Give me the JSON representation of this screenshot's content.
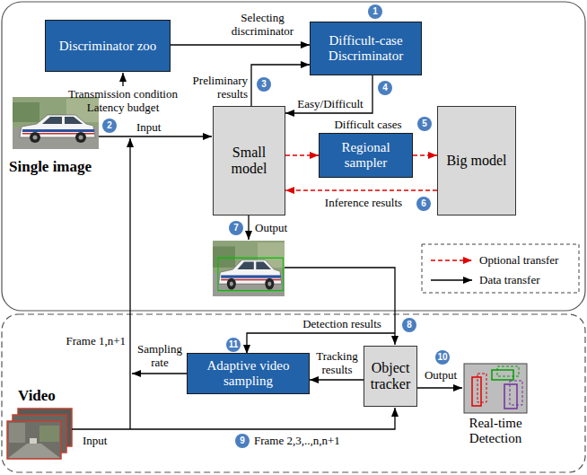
{
  "diagram": {
    "nodes": [
      {
        "text": [
          "Discriminator zoo"
        ]
      },
      {
        "text": [
          "Difficult-case Discriminator"
        ]
      },
      {
        "text": [
          "Small model"
        ]
      },
      {
        "text": [
          "Regional sampler"
        ]
      },
      {
        "text": [
          "Big model"
        ]
      },
      {
        "text": [
          "Adaptive video sampling"
        ]
      },
      {
        "text": [
          "Object tracker"
        ]
      },
      {
        "text": [
          "Real-time Detection"
        ]
      }
    ],
    "edges": [
      {
        "from": 0,
        "to": 1,
        "label": "Selecting discriminator",
        "arrow": "to"
      },
      {
        "from": 2,
        "to": 1,
        "label": "Preliminary results",
        "arrow": "to"
      },
      {
        "from": 1,
        "to": 2,
        "label": "Easy/Difficult",
        "arrow": "to"
      },
      {
        "from": 2,
        "to": 3,
        "arrow": "to"
      },
      {
        "from": 3,
        "to": 4,
        "arrow": "to"
      },
      {
        "from": 4,
        "to": 2,
        "label": "Inference results",
        "arrow": "to"
      },
      {
        "from": 6,
        "to": 5,
        "label": "Tracking results",
        "arrow": "to"
      },
      {
        "from": 6,
        "to": 7,
        "label": "Output",
        "arrow": "to"
      }
    ],
    "labels": [
      "1",
      "Transmission condition",
      "Latency budget",
      "2",
      "Input",
      "3",
      "4",
      "5",
      "Difficult cases",
      "6",
      "7",
      "Output",
      "Single image",
      "Frame 1,n+1",
      "11",
      "8",
      "Detection results",
      "Sampling rate",
      "10",
      "Video",
      "Input",
      "9",
      "Frame 2,3,..,n,n+1"
    ],
    "legend": [
      {
        "text": "Optional transfer"
      },
      {
        "text": "Data transfer"
      }
    ]
  }
}
